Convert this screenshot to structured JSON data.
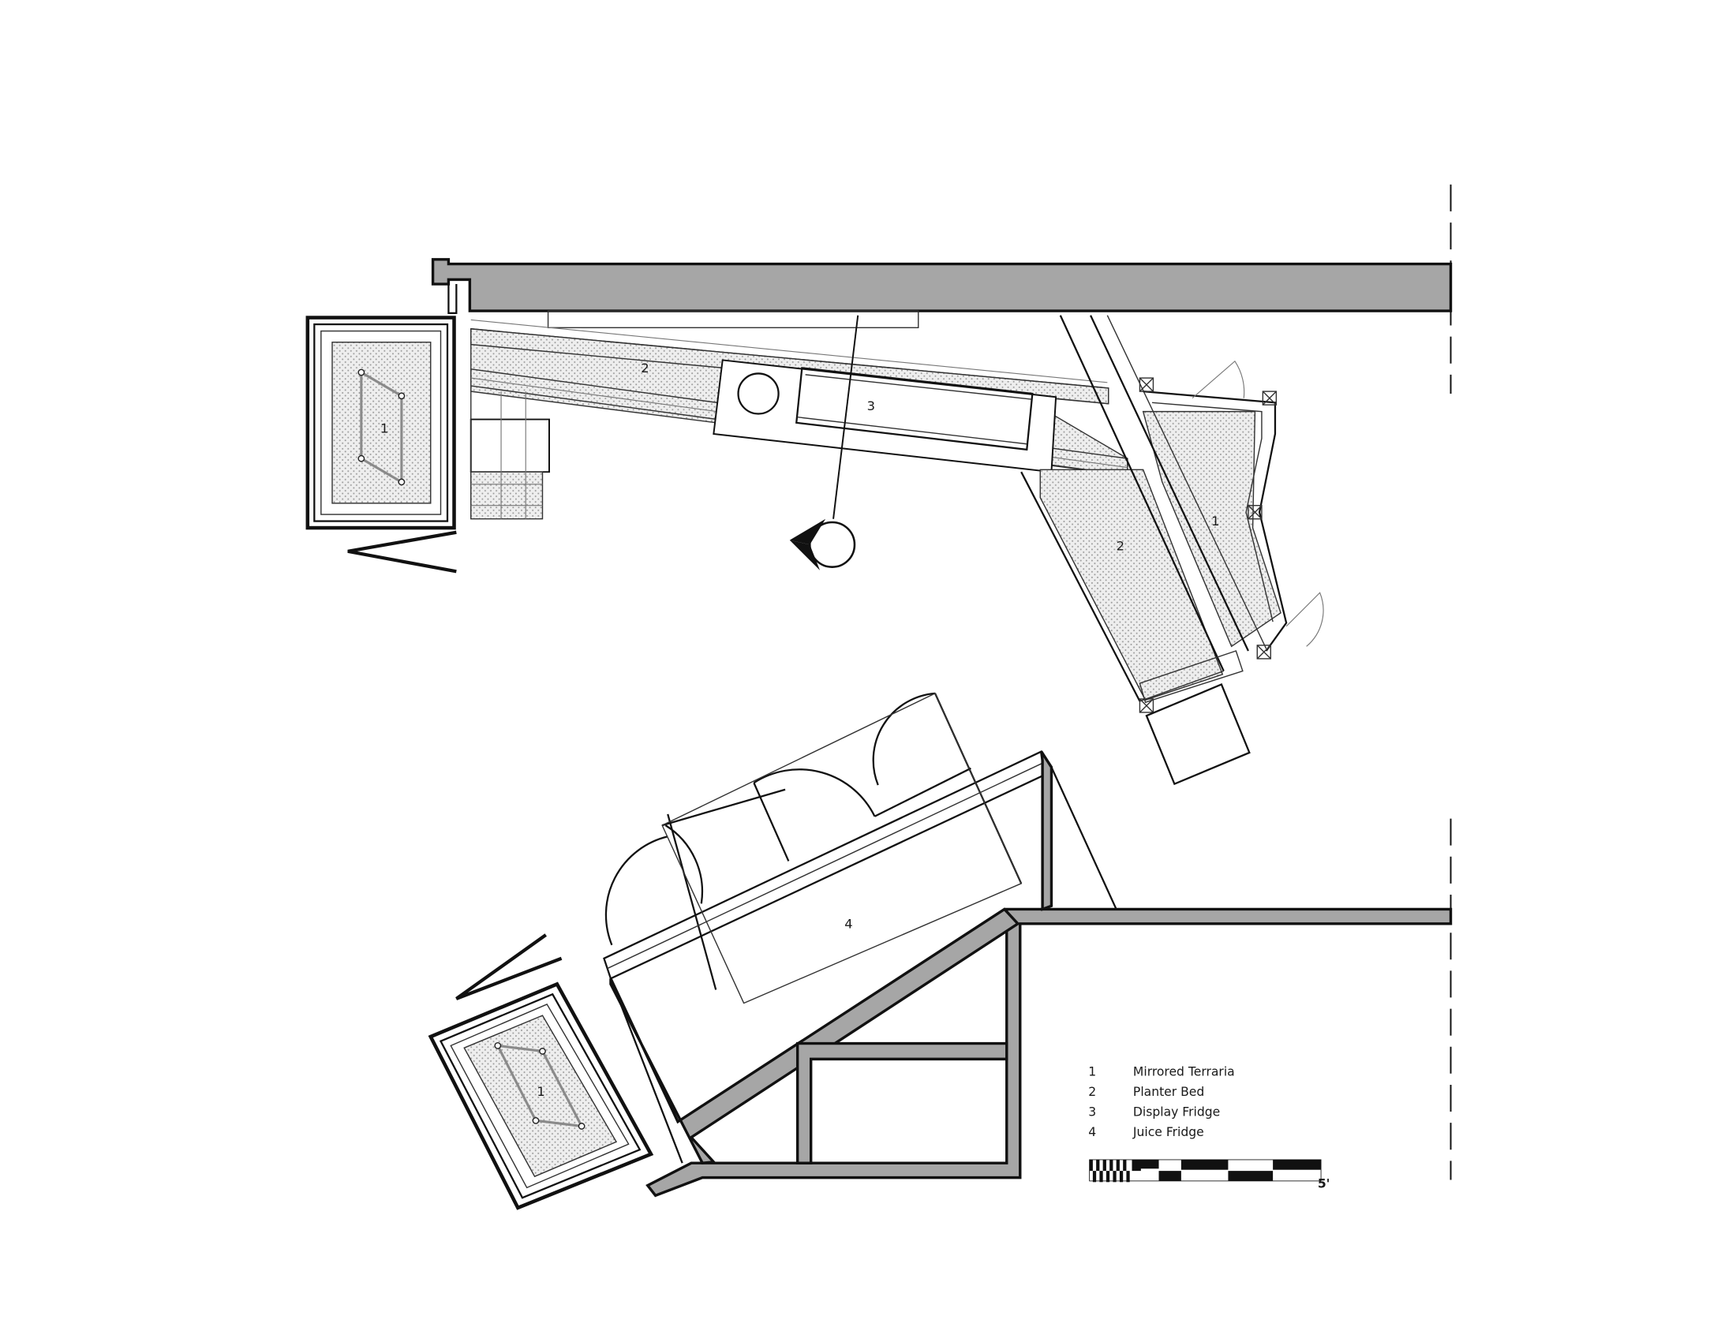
{
  "callouts": {
    "terraria_nw": "1",
    "planter_top": "2",
    "display_fridge": "3",
    "terraria_east": "1",
    "planter_east": "2",
    "juice_fridge": "4",
    "terraria_sw": "1"
  },
  "legend": [
    {
      "num": "1",
      "label": "Mirrored Terraria"
    },
    {
      "num": "2",
      "label": "Planter Bed"
    },
    {
      "num": "3",
      "label": "Display Fridge"
    },
    {
      "num": "4",
      "label": "Juice Fridge"
    }
  ],
  "scale_bar": {
    "label": "5'"
  },
  "colors": {
    "wall": "#a6a6a6",
    "ink": "#111111",
    "hatch": "#d2d2d2"
  }
}
